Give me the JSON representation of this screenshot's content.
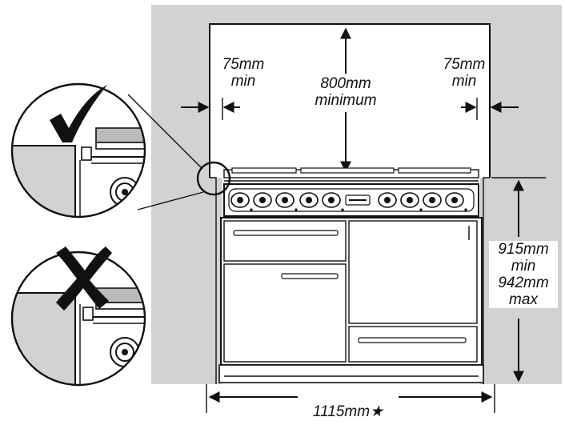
{
  "labels": {
    "left_clearance": "75mm\nmin",
    "top_clearance": "800mm\nminimum",
    "right_clearance": "75mm\nmin",
    "height_range": "915mm\nmin\n942mm\nmax",
    "width": "1115mm★"
  },
  "indicators": {
    "correct_icon": "check-mark-icon",
    "incorrect_icon": "cross-mark-icon"
  },
  "colors": {
    "wall": "#d2d2d2",
    "line": "#111111",
    "background": "#ffffff"
  }
}
